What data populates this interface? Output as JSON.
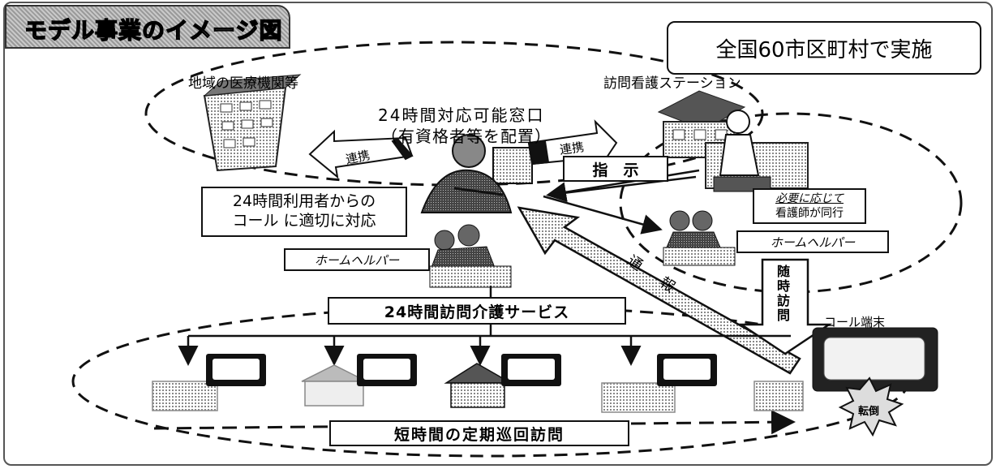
{
  "title": "モデル事業のイメージ図",
  "national_note": "全国60市区町村で実施",
  "labels": {
    "regional_medical": "地域の医療機関等",
    "visiting_nursing": "訪問看護ステーション",
    "window_line1": "24時間対応可能窓口",
    "window_line2": "（有資格者等を配置）",
    "coop_left": "連携",
    "coop_right": "連携",
    "instruction": "指　示",
    "call_handling_line1": "24時間利用者からの",
    "call_handling_line2": "コール に適切に対応",
    "nurse_note_line1": "必要に応じて",
    "nurse_note_line2": "看護師が同行",
    "home_helper_left": "ホームヘルパー",
    "home_helper_right": "ホームヘルパー",
    "report": "通報",
    "on_demand_visit": "随時訪問",
    "care_service": "24時間訪問介護サービス",
    "call_terminal": "コール端末",
    "fall": "転倒",
    "patrol_visit": "短時間の定期巡回訪問"
  },
  "icons": [
    "hospital-building-icon",
    "house-icon",
    "operator-icon",
    "nurse-icon",
    "helpers-icon",
    "helper-pair-icon",
    "call-terminal-icon",
    "fall-burst-icon"
  ],
  "colors": {
    "stroke": "#111111",
    "pattern": "#9a9a9a"
  }
}
